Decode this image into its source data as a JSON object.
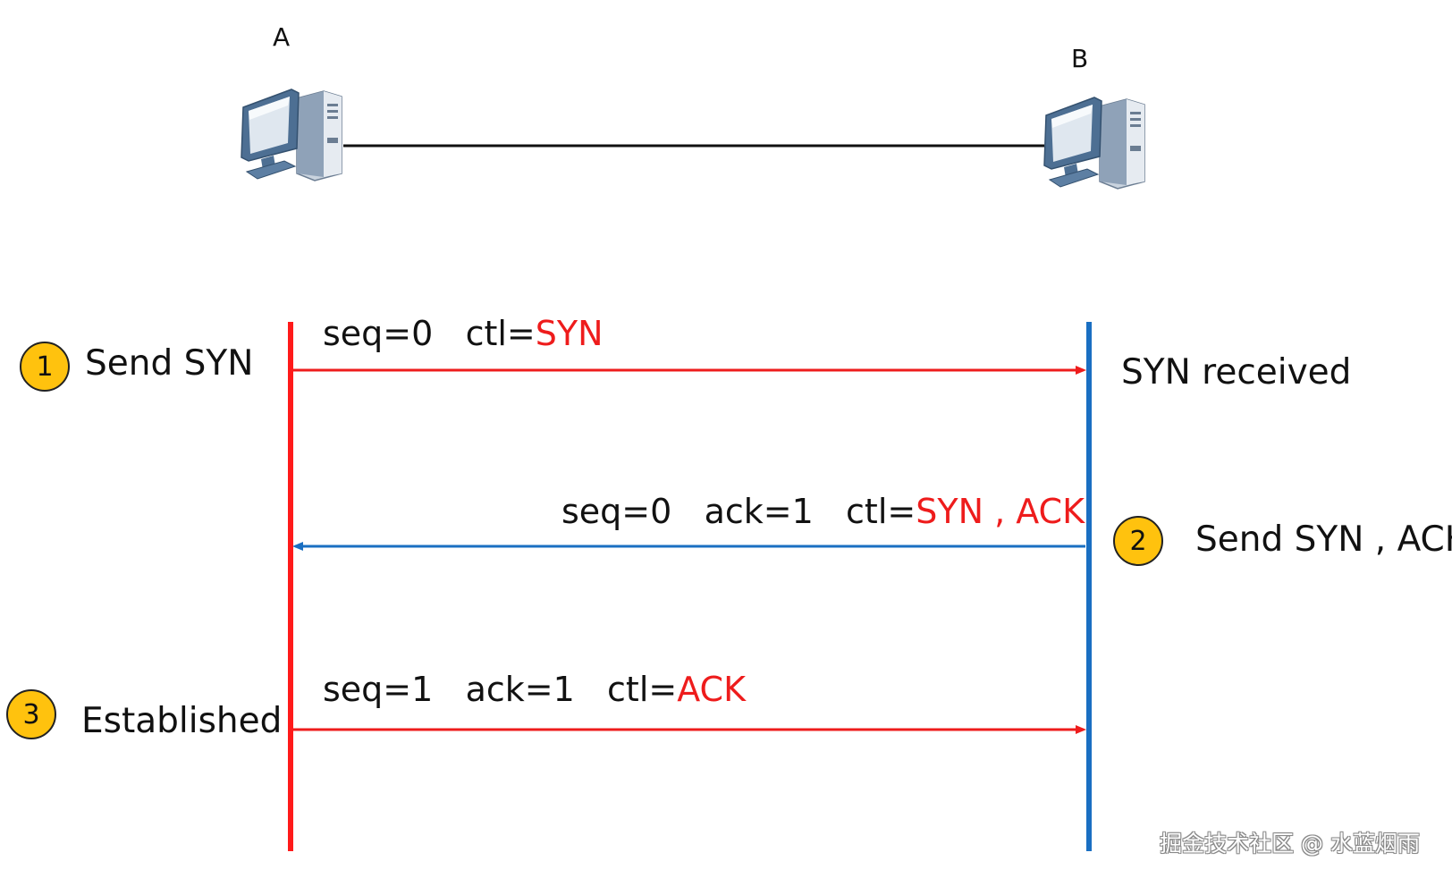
{
  "hosts": {
    "a": {
      "label": "A"
    },
    "b": {
      "label": "B"
    }
  },
  "colors": {
    "host_a_line": "#ff1a1a",
    "host_b_line": "#1a6fc2",
    "highlight": "#ee1c1c",
    "step_badge": "#ffc20e"
  },
  "icons": {
    "host_a": "desktop-computer-icon",
    "host_b": "desktop-computer-icon"
  },
  "messages": [
    {
      "direction": "A to B",
      "parts": [
        "seq=0",
        "ctl="
      ],
      "highlight": "SYN"
    },
    {
      "direction": "B to A",
      "parts": [
        "seq=0",
        "ack=1",
        "ctl="
      ],
      "highlight": "SYN , ACK"
    },
    {
      "direction": "A to B",
      "parts": [
        "seq=1",
        "ack=1",
        "ctl="
      ],
      "highlight": "ACK"
    }
  ],
  "steps": [
    {
      "number": "1",
      "label": "Send SYN"
    },
    {
      "number": "2",
      "label": "Send SYN , ACK"
    },
    {
      "number": "3",
      "label": "Established"
    }
  ],
  "states": {
    "b_after_syn": "SYN received"
  },
  "watermark": "掘金技术社区 @ 水蓝烟雨"
}
